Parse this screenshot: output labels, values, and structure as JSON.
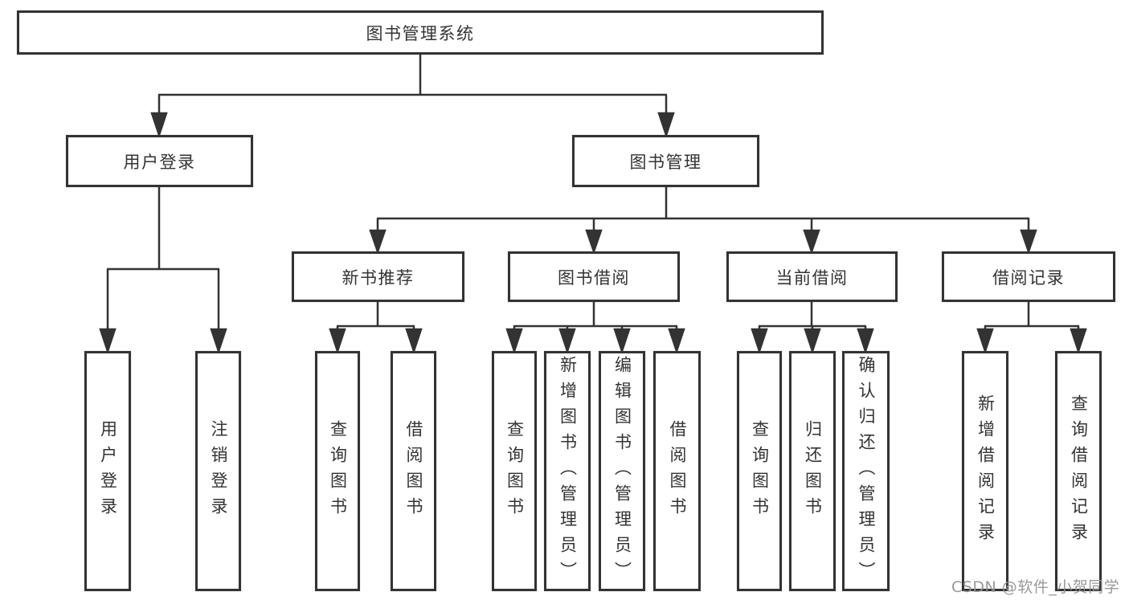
{
  "diagram": {
    "root": {
      "label": "图书管理系统"
    },
    "level2": [
      {
        "label": "用户登录"
      },
      {
        "label": "图书管理"
      }
    ],
    "level3": [
      {
        "label": "新书推荐"
      },
      {
        "label": "图书借阅"
      },
      {
        "label": "当前借阅"
      },
      {
        "label": "借阅记录"
      }
    ],
    "level4_groups": [
      {
        "parent": "用户登录",
        "children": [
          "用户登录",
          "注销登录"
        ]
      },
      {
        "parent": "新书推荐",
        "children": [
          "查询图书",
          "借阅图书"
        ]
      },
      {
        "parent": "图书借阅",
        "children": [
          "查询图书",
          "新增图书（管理员）",
          "编辑图书（管理员）",
          "借阅图书"
        ]
      },
      {
        "parent": "当前借阅",
        "children": [
          "查询图书",
          "归还图书",
          "确认归还（管理员）"
        ]
      },
      {
        "parent": "借阅记录",
        "children": [
          "新增借阅记录",
          "查询借阅记录"
        ]
      }
    ],
    "watermark": "CSDN @软件_小贺同学",
    "colors": {
      "line": "#333333",
      "box_border": "#333333",
      "box_background": "#ffffff",
      "text": "#333333",
      "watermark_text": "#949494"
    }
  }
}
